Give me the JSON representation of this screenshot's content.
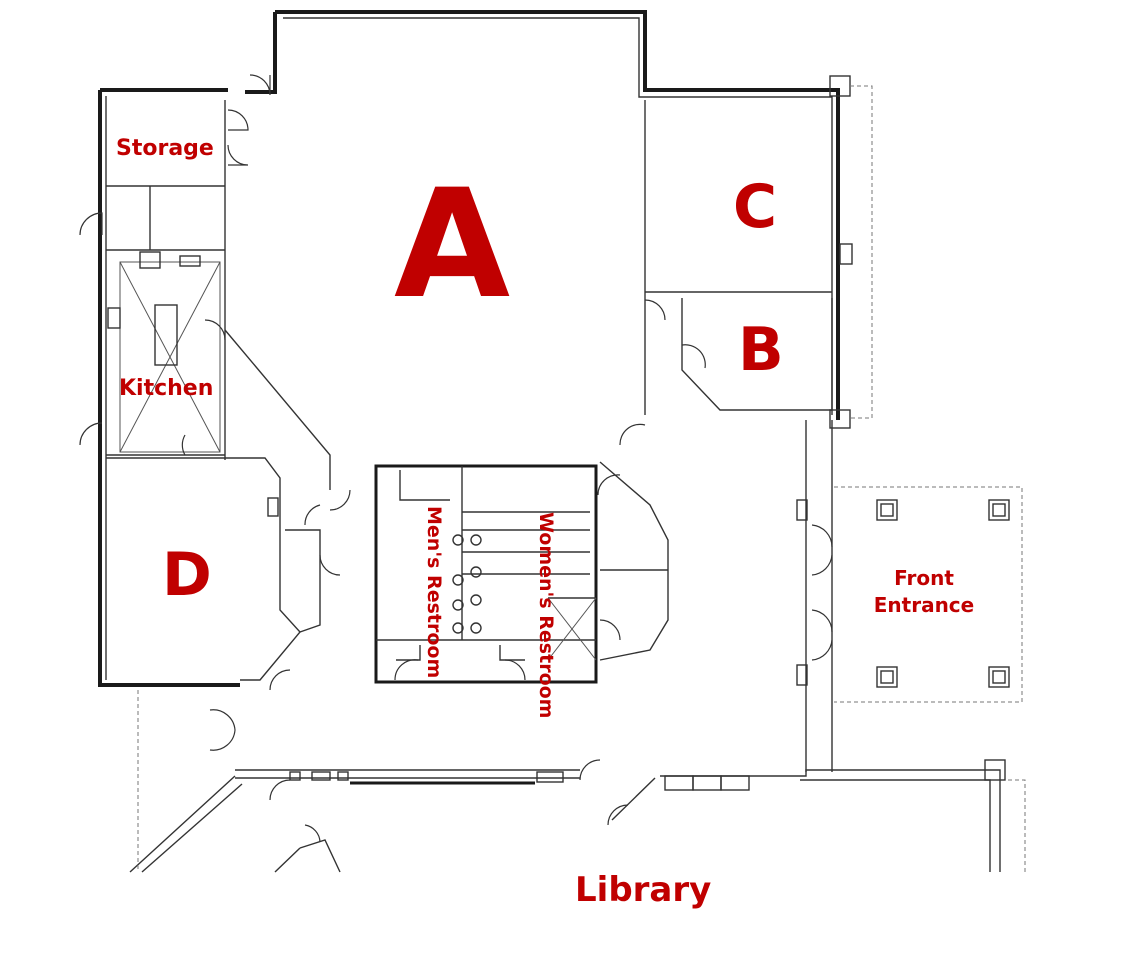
{
  "rooms": {
    "a": "A",
    "b": "B",
    "c": "C",
    "d": "D",
    "storage": "Storage",
    "kitchen": "Kitchen",
    "mens_restroom": "Men's Restroom",
    "womens_restroom": "Women's Restroom",
    "front_entrance": "Front Entrance",
    "library": "Library"
  },
  "colors": {
    "label": "#c00000",
    "wall": "#1a1a1a"
  }
}
